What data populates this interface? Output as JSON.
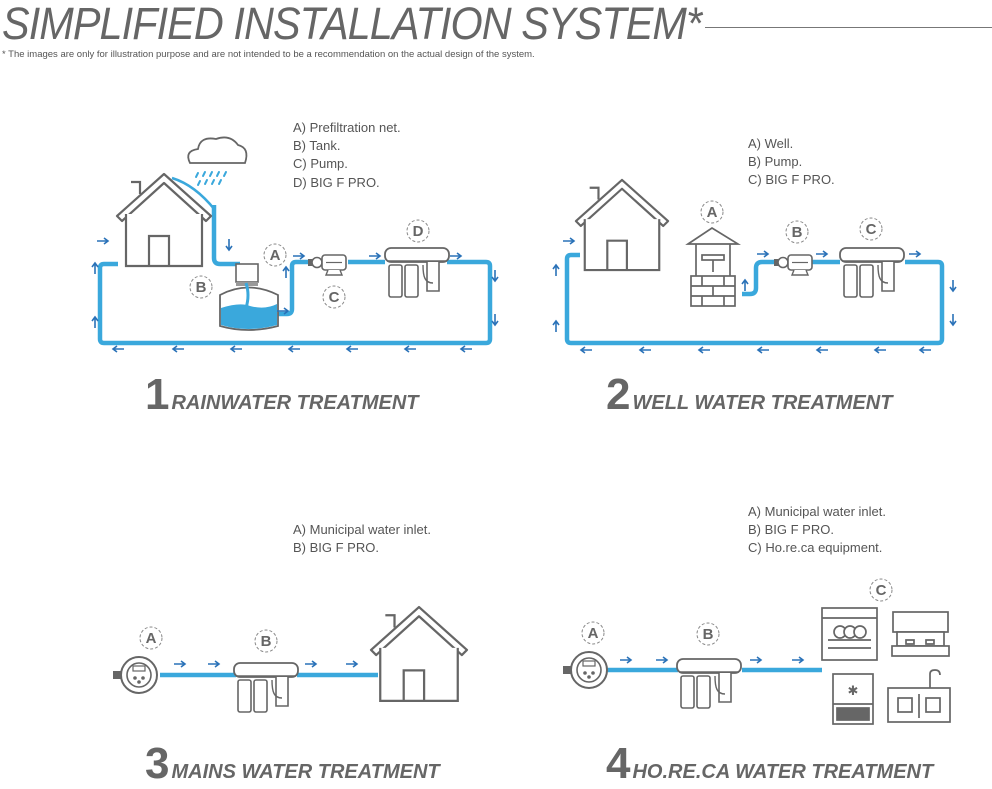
{
  "header": {
    "title": "SIMPLIFIED INSTALLATION SYSTEM*",
    "note": "* The images are only for illustration purpose and are not intended to be a recommendation on the actual design of the system."
  },
  "colors": {
    "pipe": "#3aa8dc",
    "arrow": "#2a72b8",
    "line": "#666666"
  },
  "panels": [
    {
      "number": "1",
      "heading": "RAINWATER TREATMENT",
      "legend": [
        "A) Prefiltration net.",
        "B) Tank.",
        "C) Pump.",
        "D) BIG F PRO."
      ],
      "markers": [
        "A",
        "B",
        "C",
        "D"
      ]
    },
    {
      "number": "2",
      "heading": "WELL WATER TREATMENT",
      "legend": [
        "A) Well.",
        "B) Pump.",
        "C) BIG F PRO."
      ],
      "markers": [
        "A",
        "B",
        "C"
      ]
    },
    {
      "number": "3",
      "heading": "MAINS WATER TREATMENT",
      "legend": [
        "A) Municipal water inlet.",
        "B) BIG F PRO."
      ],
      "markers": [
        "A",
        "B"
      ]
    },
    {
      "number": "4",
      "heading": "HO.RE.CA WATER TREATMENT",
      "legend": [
        "A) Municipal water inlet.",
        "B) BIG F PRO.",
        "C) Ho.re.ca equipment."
      ],
      "markers": [
        "A",
        "B",
        "C"
      ]
    }
  ]
}
